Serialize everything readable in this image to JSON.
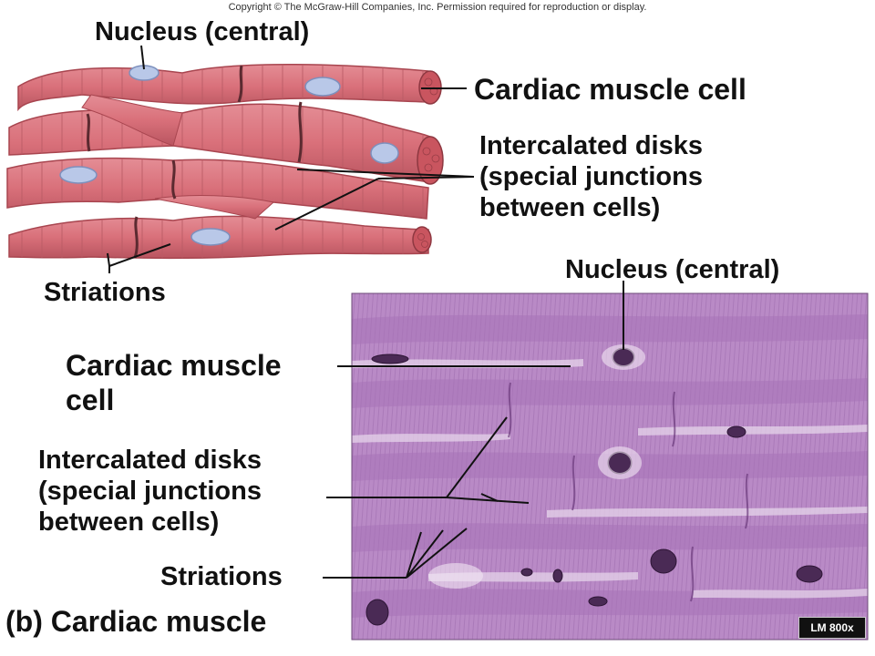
{
  "copyright": "Copyright © The McGraw-Hill Companies, Inc. Permission required for reproduction or display.",
  "drawing": {
    "nucleus_label": "Nucleus (central)",
    "cell_label": "Cardiac muscle cell",
    "disks_label": [
      "Intercalated disks",
      "(special junctions",
      "between cells)"
    ],
    "striations_label": "Striations"
  },
  "micrograph": {
    "nucleus_label": "Nucleus (central)",
    "cell_label": [
      "Cardiac muscle",
      "cell"
    ],
    "disks_label": [
      "Intercalated disks",
      "(special junctions",
      "between cells)"
    ],
    "striations_label": "Striations",
    "magnification": "LM 800x"
  },
  "caption": "(b) Cardiac muscle",
  "colors": {
    "fiber": "#d9707a",
    "fiber_edge": "#a8454f",
    "nucleus": "#b9c8e8",
    "tissue": "#b57fc0",
    "tissue_dark": "#8a4e9a"
  }
}
